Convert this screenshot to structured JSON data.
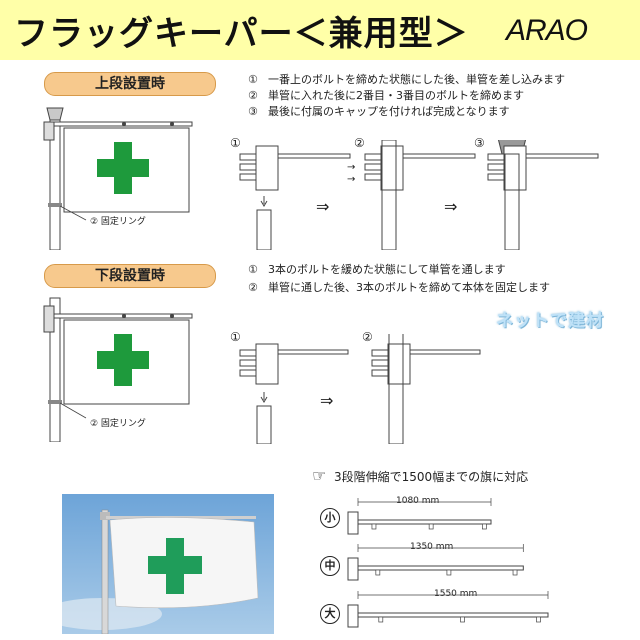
{
  "header": {
    "title": "フラッグキーパー＜兼用型＞",
    "logo": "ARAO"
  },
  "upper": {
    "label": "上段設置時",
    "steps": [
      {
        "num": "①",
        "text": "一番上のボルトを締めた状態にした後、単管を差し込みます"
      },
      {
        "num": "②",
        "text": "単管に入れた後に2番目・3番目のボルトを締めます"
      },
      {
        "num": "③",
        "text": "最後に付属のキャップを付ければ完成となります"
      }
    ],
    "ring_label": "②  固定リング",
    "diagram_labels": [
      "①",
      "②",
      "③"
    ]
  },
  "lower": {
    "label": "下段設置時",
    "steps": [
      {
        "num": "①",
        "text": "3本のボルトを緩めた状態にして単管を通します"
      },
      {
        "num": "②",
        "text": "単管に通した後、3本のボルトを締めて本体を固定します"
      }
    ],
    "ring_label": "②  固定リング",
    "diagram_labels": [
      "①",
      "②"
    ]
  },
  "watermark": "ネットで建材",
  "sizes": {
    "caption": "3段階伸縮で1500幅までの旗に対応",
    "items": [
      {
        "icon": "小",
        "length": "1080 mm",
        "fraction": 0.7
      },
      {
        "icon": "中",
        "length": "1350 mm",
        "fraction": 0.87
      },
      {
        "icon": "大",
        "length": "1550 mm",
        "fraction": 1.0
      }
    ]
  },
  "colors": {
    "header_bg": "#ffffa8",
    "label_bg": "#f7c98d",
    "cross_green": "#1e9a3c",
    "sky": "#7fb0dc"
  }
}
